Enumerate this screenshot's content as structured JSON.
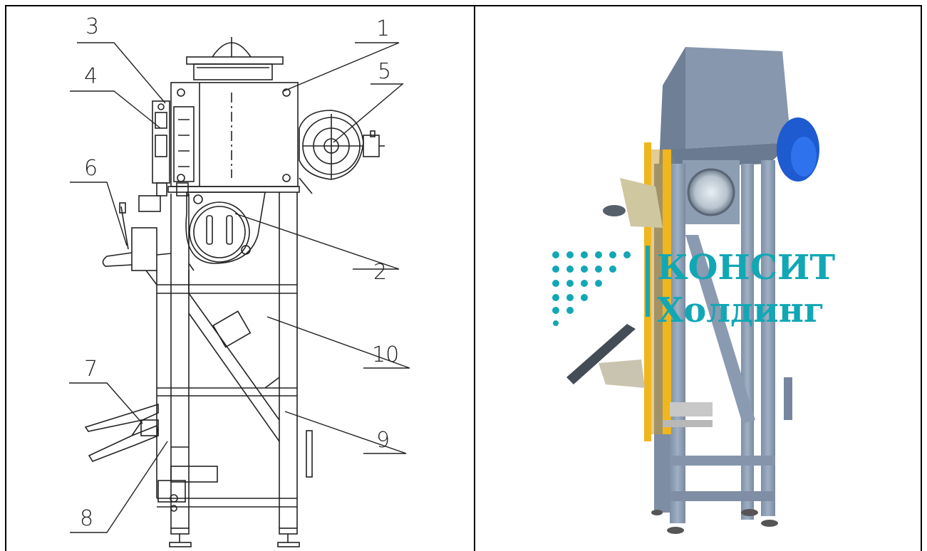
{
  "drawing": {
    "callouts": [
      {
        "id": "1",
        "label": "1"
      },
      {
        "id": "2",
        "label": "2"
      },
      {
        "id": "3",
        "label": "3"
      },
      {
        "id": "4",
        "label": "4"
      },
      {
        "id": "5",
        "label": "5"
      },
      {
        "id": "6",
        "label": "6"
      },
      {
        "id": "7",
        "label": "7"
      },
      {
        "id": "8",
        "label": "8"
      },
      {
        "id": "9",
        "label": "9"
      },
      {
        "id": "10",
        "label": "10"
      }
    ]
  },
  "photo": {
    "logo_line1": "КОНСИТ",
    "logo_line2": "Холдинг",
    "colors": {
      "frame": "#8c9cb2",
      "accent": "#f0b61d",
      "motor": "#1e5ad0",
      "logo": "#12a7b5"
    }
  }
}
